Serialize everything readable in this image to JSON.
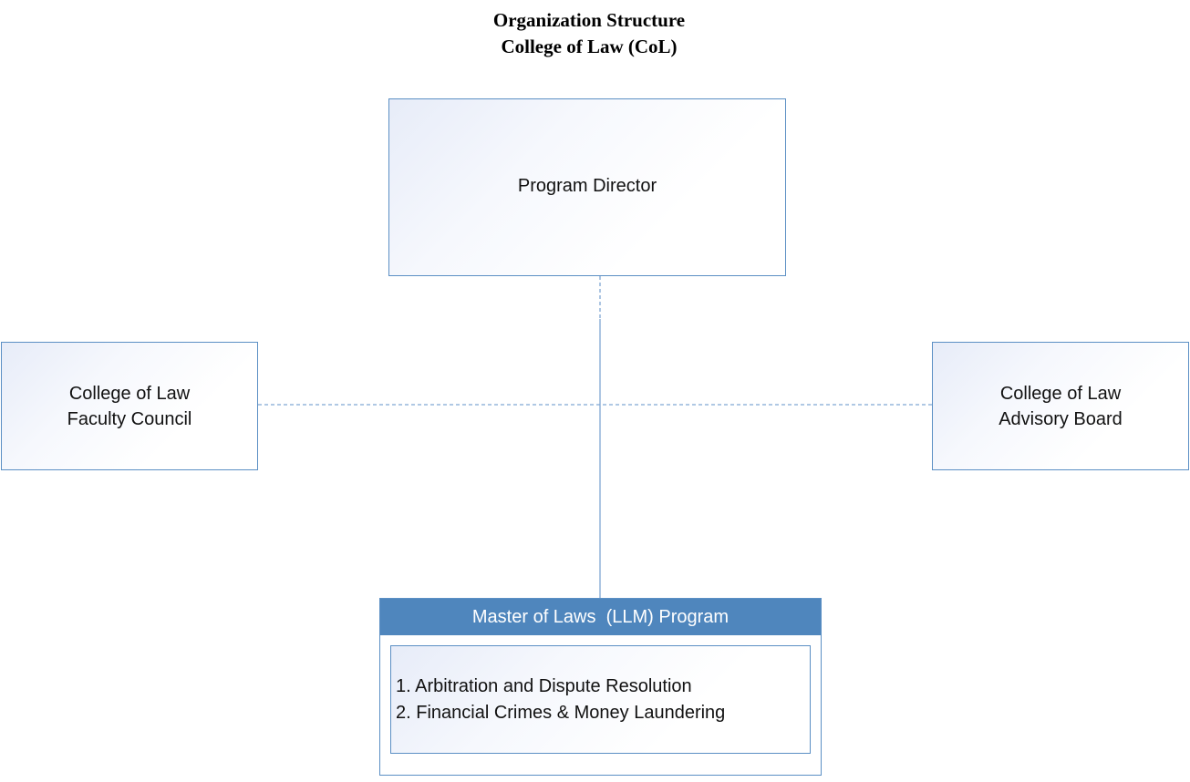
{
  "title": {
    "line1": "Organization Structure",
    "line2": "College of Law (CoL)"
  },
  "nodes": {
    "program_director": {
      "label": "Program Director"
    },
    "faculty_council": {
      "line1": "College of Law",
      "line2": "Faculty Council"
    },
    "advisory_board": {
      "line1": "College of Law",
      "line2": "Advisory Board"
    }
  },
  "program": {
    "header": "Master of Laws  (LLM) Program",
    "items": [
      "1. Arbitration and Dispute Resolution",
      "2. Financial Crimes & Money Laundering"
    ]
  },
  "colors": {
    "border": "#5b8fc4",
    "header_fill": "#4f86bd",
    "connector": "#7fa6d3"
  }
}
